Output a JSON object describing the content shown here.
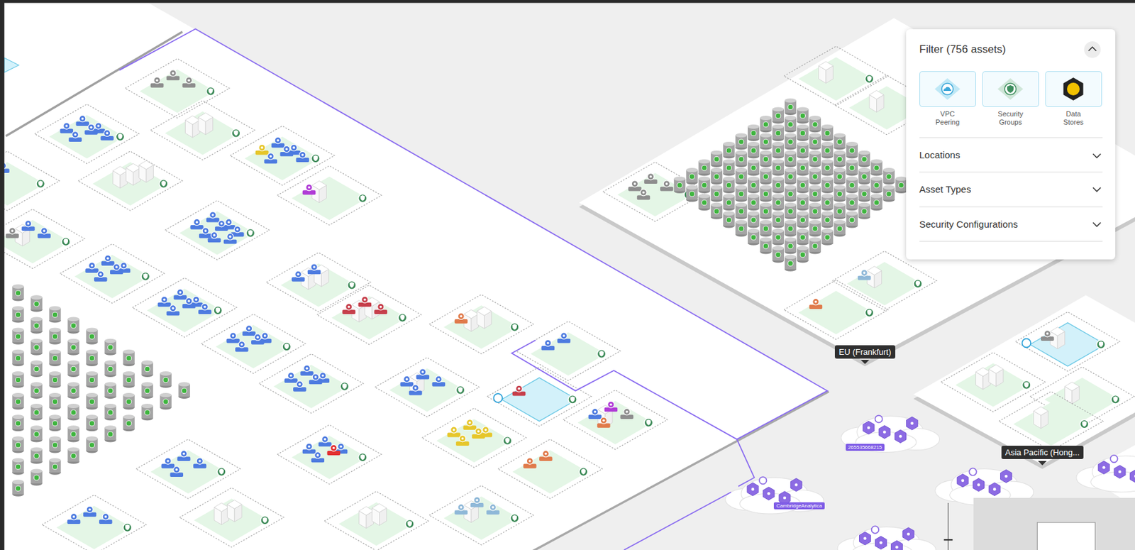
{
  "diagram": {
    "nodes": [
      {
        "text": [
          "Filter (756 assets)"
        ]
      },
      {
        "text": [
          "VPC Peering"
        ],
        "in": 0
      },
      {
        "text": [
          "Security Groups"
        ],
        "in": 0
      },
      {
        "text": [
          "Data Stores"
        ],
        "in": 0
      },
      {
        "text": [
          "Locations"
        ],
        "in": 0
      },
      {
        "text": [
          "Asset Types"
        ],
        "in": 0
      },
      {
        "text": [
          "Security Configurations"
        ],
        "in": 0
      },
      {
        "text": [
          "EU (Frankfurt)"
        ]
      },
      {
        "text": [
          "265535668215"
        ]
      },
      {
        "text": [
          "Asia Pacific (Hong..."
        ]
      },
      {
        "text": [
          "CambridgeAnalytica"
        ]
      }
    ]
  }
}
